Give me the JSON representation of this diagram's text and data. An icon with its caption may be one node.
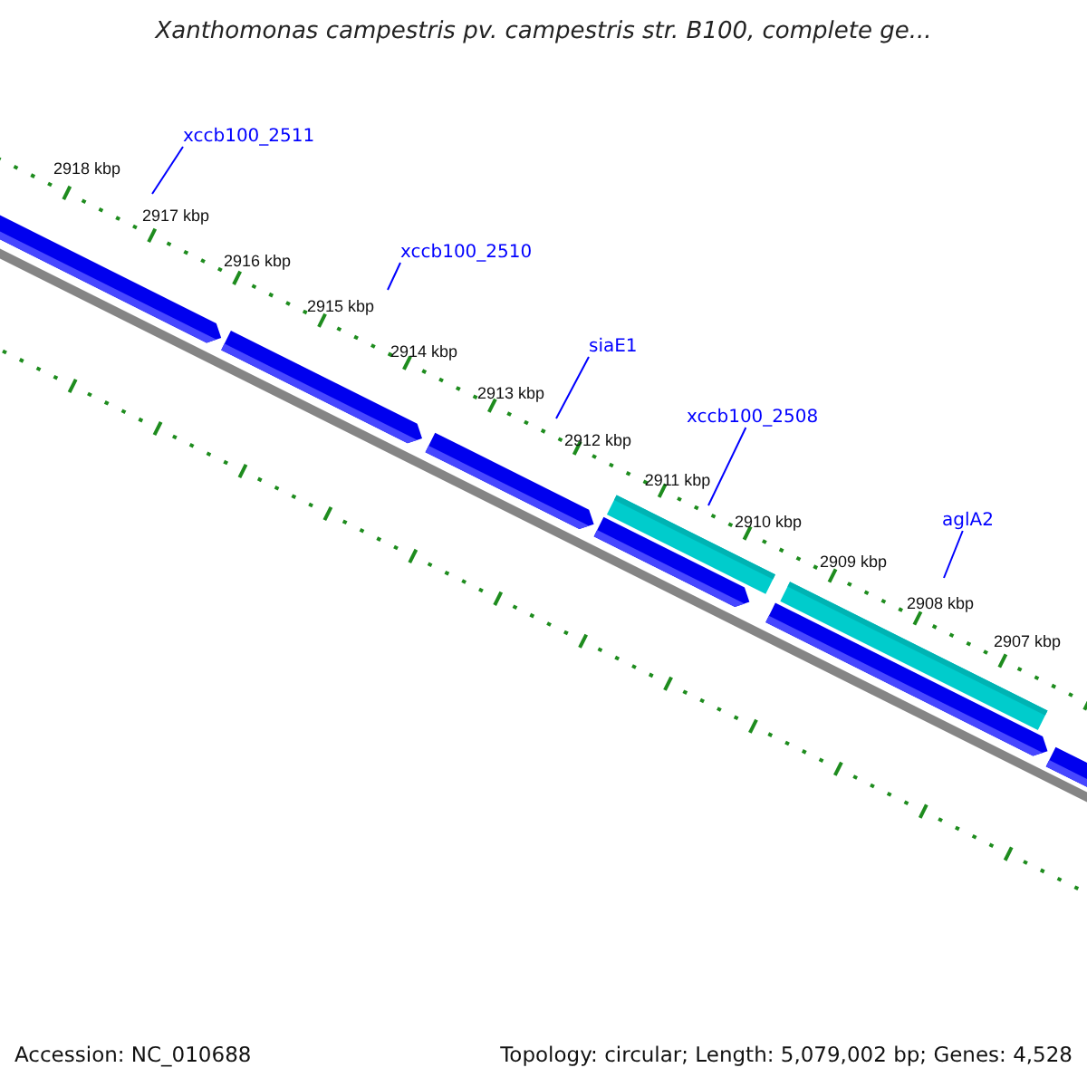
{
  "diagram": {
    "title": "Xanthomonas campestris pv. campestris str. B100, complete ge...",
    "nodes": [
      {
        "text": [
          "xccb100_2511"
        ]
      },
      {
        "text": [
          "xccb100_2510"
        ]
      },
      {
        "text": [
          "siaE1"
        ]
      },
      {
        "text": [
          "xccb100_2508"
        ]
      },
      {
        "text": [
          "aglA2"
        ]
      }
    ],
    "edges": [
      {
        "from": 0,
        "to": null,
        "arrow": "none"
      },
      {
        "from": 1,
        "to": null,
        "arrow": "none"
      },
      {
        "from": 2,
        "to": null,
        "arrow": "none"
      },
      {
        "from": 3,
        "to": null,
        "arrow": "none"
      },
      {
        "from": 4,
        "to": null,
        "arrow": "none"
      }
    ],
    "labels": [
      "2918 kbp",
      "2917 kbp",
      "2916 kbp",
      "2915 kbp",
      "2914 kbp",
      "2913 kbp",
      "2912 kbp",
      "2911 kbp",
      "2910 kbp",
      "2909 kbp",
      "2908 kbp",
      "2907 kbp",
      "Accession: NC_010688",
      "Topology: circular; Length: 5,079,002 bp; Genes: 4,528"
    ]
  }
}
